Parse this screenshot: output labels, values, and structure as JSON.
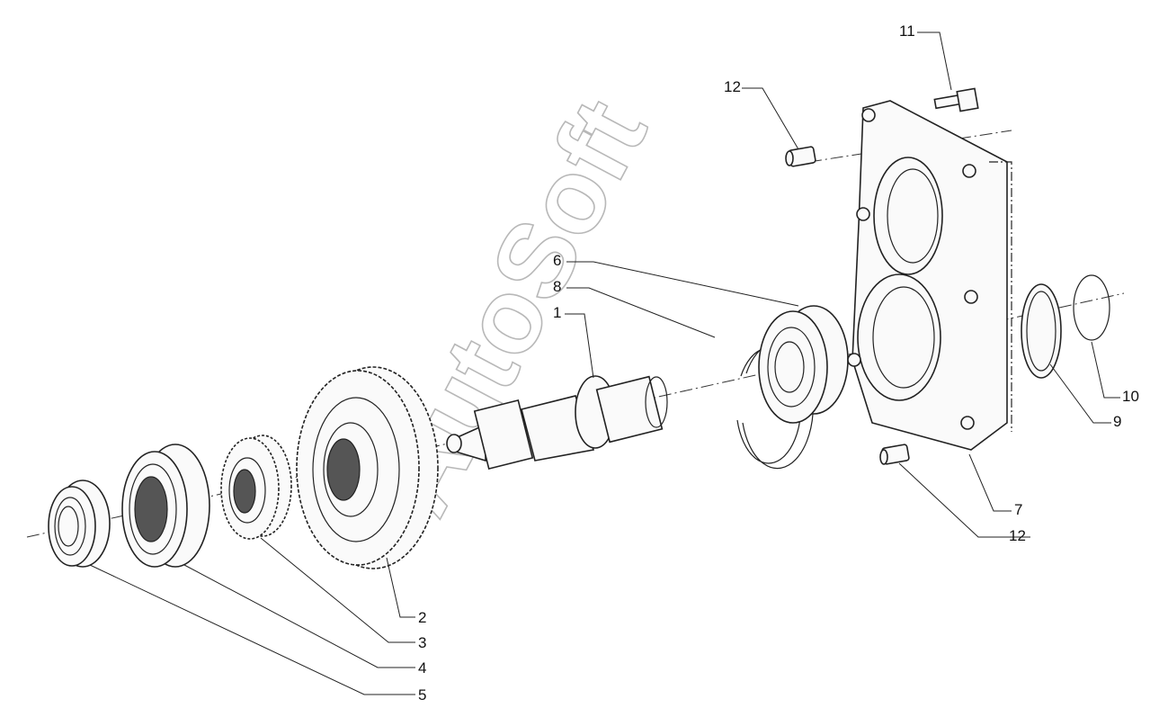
{
  "watermark": "AutoSoft",
  "callouts": {
    "c1": "1",
    "c2": "2",
    "c3": "3",
    "c4": "4",
    "c5": "5",
    "c6": "6",
    "c7": "7",
    "c8": "8",
    "c9": "9",
    "c10": "10",
    "c11": "11",
    "c12a": "12",
    "c12b": "12"
  },
  "colors": {
    "line": "#222222",
    "watermark": "#b8b8b8",
    "background": "#ffffff"
  }
}
